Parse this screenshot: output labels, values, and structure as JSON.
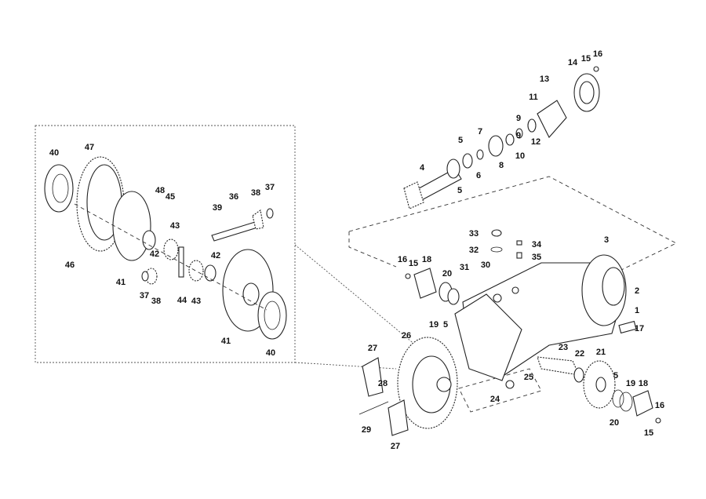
{
  "title": "Differential / axle housing exploded parts diagram",
  "callouts": {
    "top": [
      "4",
      "5",
      "5",
      "6",
      "7",
      "8",
      "9",
      "9",
      "10",
      "11",
      "12",
      "13",
      "14",
      "15",
      "16"
    ],
    "housing": [
      "33",
      "32",
      "34",
      "35",
      "3",
      "16",
      "15",
      "18",
      "20",
      "31",
      "30",
      "2",
      "1",
      "17",
      "19",
      "5",
      "26",
      "27",
      "23",
      "22",
      "21",
      "5",
      "19",
      "18",
      "16",
      "28",
      "25",
      "24",
      "20",
      "15",
      "29",
      "27"
    ],
    "differential": [
      "40",
      "47",
      "48",
      "45",
      "36",
      "38",
      "37",
      "39",
      "43",
      "42",
      "42",
      "46",
      "41",
      "37",
      "38",
      "44",
      "43",
      "41",
      "40"
    ]
  }
}
